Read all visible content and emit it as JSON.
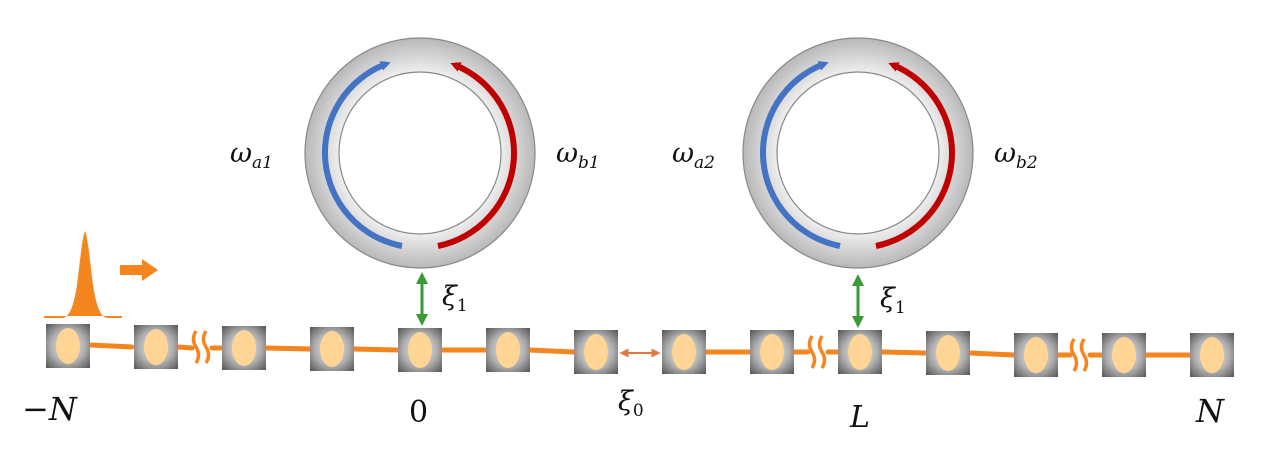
{
  "resonators": [
    {
      "id": "ring1",
      "left_label": "ω",
      "left_sub": "a1",
      "right_label": "ω",
      "right_sub": "b1"
    },
    {
      "id": "ring2",
      "left_label": "ω",
      "left_sub": "a2",
      "right_label": "ω",
      "right_sub": "b2"
    }
  ],
  "couplings": {
    "ring1": {
      "symbol": "ξ",
      "sub": "1"
    },
    "ring2": {
      "symbol": "ξ",
      "sub": "1"
    },
    "inter_site": {
      "symbol": "ξ",
      "sub": "0"
    }
  },
  "site_labels": {
    "left_end": "−N",
    "origin": "0",
    "second_ring_site": "L",
    "right_end": "N"
  },
  "colors": {
    "waveguide": "#f5851f",
    "site_fill": "#ffd595",
    "counter_clockwise_mode": "#4472c4",
    "clockwise_mode": "#c00000",
    "coupling_arrow": "#3a9a3a",
    "inter_site_arrow": "#e07840",
    "ring_body": "#d4d4d4"
  },
  "icons": {
    "input_pulse": "gaussian-pulse-icon",
    "propagation_direction": "right-arrow-icon",
    "chain_break": "break-mark-icon"
  }
}
